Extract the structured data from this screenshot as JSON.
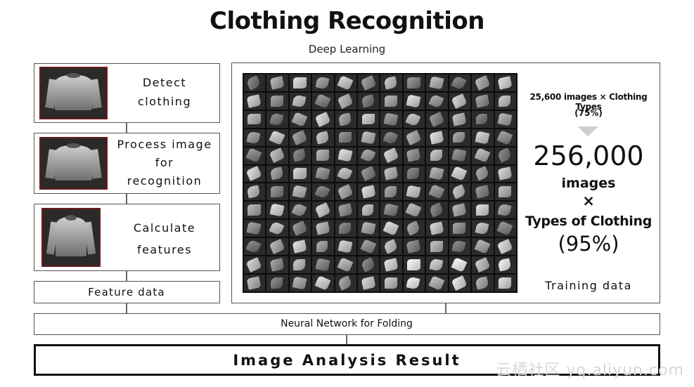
{
  "title": "Clothing Recognition",
  "subtitle": "Deep Learning",
  "steps": [
    {
      "label_lines": [
        "Detect",
        "clothing"
      ]
    },
    {
      "label_lines": [
        "Process image",
        "for",
        "recognition"
      ]
    },
    {
      "label_lines": [
        "Calculate",
        "features"
      ]
    }
  ],
  "feature_data": "Feature data",
  "training": {
    "small_line1": "25,600 images × Clothing Types",
    "small_line2": "(75%)",
    "big_number": "256,000",
    "images": "images",
    "times": "×",
    "types": "Types of Clothing",
    "percent": "(95%)",
    "label": "Training data"
  },
  "neural_network": "Neural Network for Folding",
  "result": "Image Analysis Result",
  "watermark": "云栖社区 yq.aliyun.com",
  "colors": {
    "thumb_border": "#6b1a1a",
    "grid_background": "#0c0c0c",
    "arrow": "#cfcfcf"
  }
}
